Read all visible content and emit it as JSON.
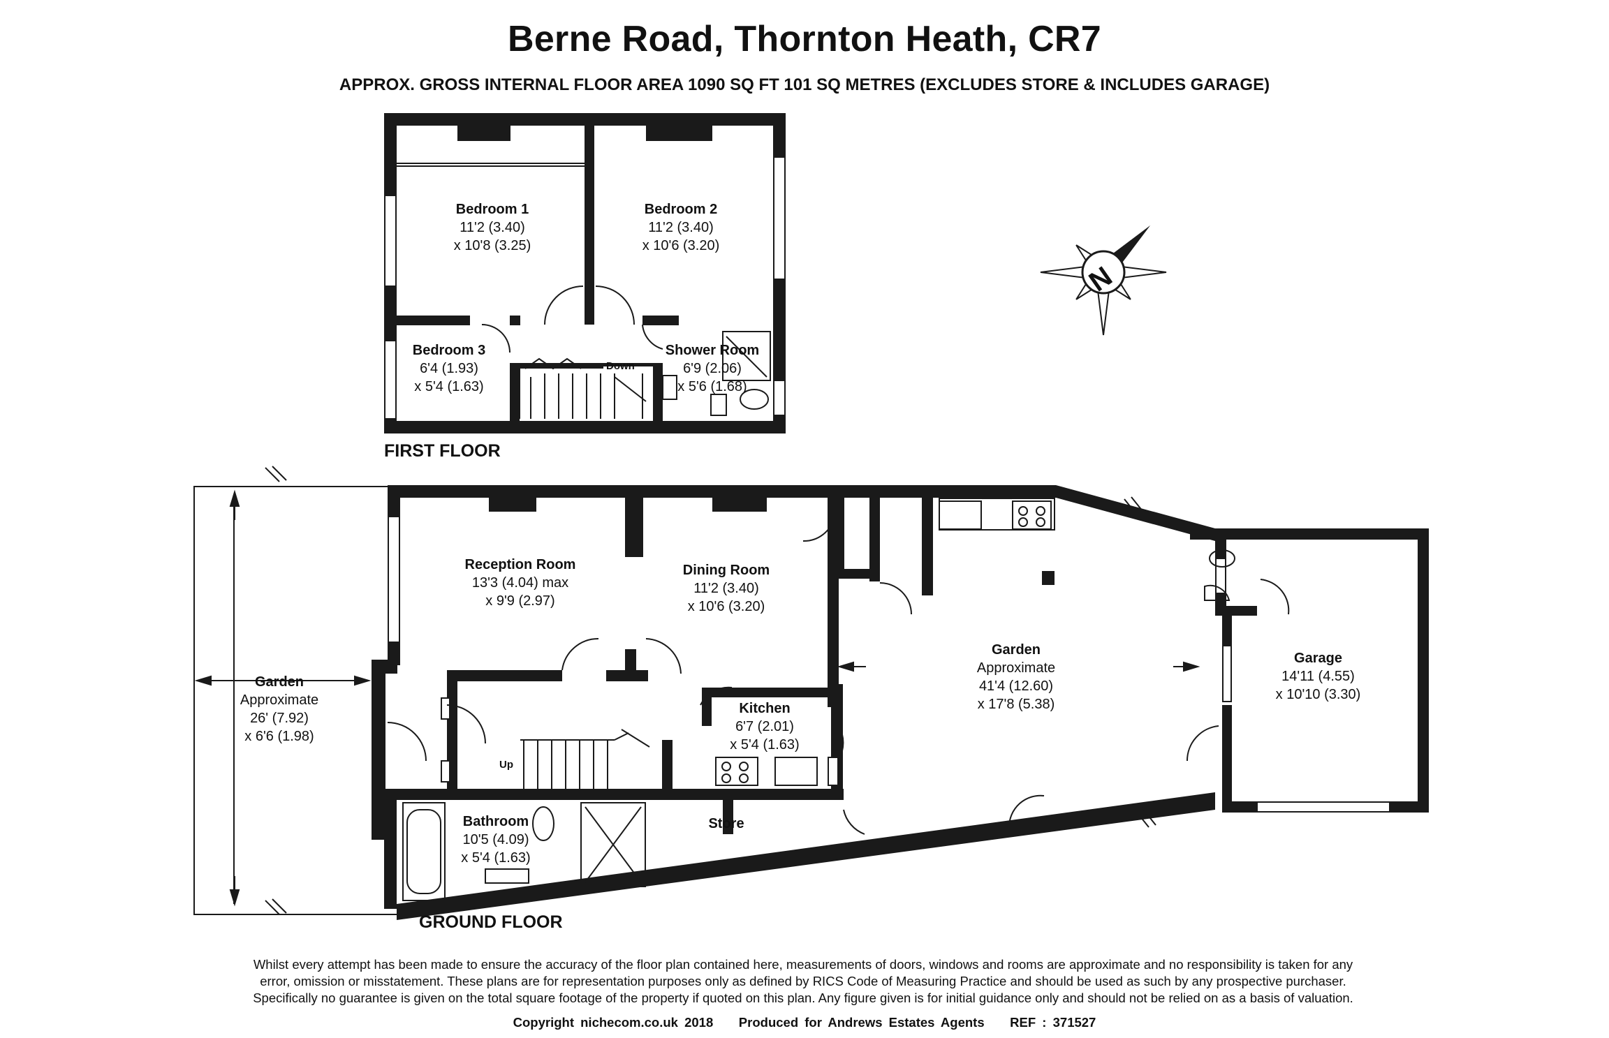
{
  "title": "Berne Road, Thornton Heath, CR7",
  "subtitle": "APPROX. GROSS INTERNAL FLOOR AREA 1090 SQ FT 101 SQ METRES (EXCLUDES STORE & INCLUDES GARAGE)",
  "first_floor": {
    "label": "FIRST FLOOR",
    "rooms": [
      {
        "name": "Bedroom 1",
        "dim1": "11'2 (3.40)",
        "dim2": "x 10'8 (3.25)"
      },
      {
        "name": "Bedroom 2",
        "dim1": "11'2 (3.40)",
        "dim2": "x 10'6 (3.20)"
      },
      {
        "name": "Bedroom 3",
        "dim1": "6'4 (1.93)",
        "dim2": "x 5'4 (1.63)"
      },
      {
        "name": "Shower Room",
        "dim1": "6'9 (2.06)",
        "dim2": "x 5'6 (1.68)"
      }
    ],
    "stairs_label": "Down"
  },
  "ground_floor": {
    "label": "GROUND FLOOR",
    "rooms": [
      {
        "name": "Reception Room",
        "dim1": "13'3 (4.04) max",
        "dim2": "x 9'9 (2.97)"
      },
      {
        "name": "Dining Room",
        "dim1": "11'2 (3.40)",
        "dim2": "x 10'6 (3.20)"
      },
      {
        "name": "Kitchen",
        "dim1": "6'7 (2.01)",
        "dim2": "x 5'4 (1.63)"
      },
      {
        "name": "Bathroom",
        "dim1": "10'5 (4.09)",
        "dim2": "x 5'4 (1.63)"
      },
      {
        "name": "Store"
      },
      {
        "name": "Garage",
        "dim1": "14'11 (4.55)",
        "dim2": "x 10'10 (3.30)"
      }
    ],
    "gardens": [
      {
        "name": "Garden",
        "approx": "Approximate",
        "dim1": "26' (7.92)",
        "dim2": "x 6'6 (1.98)"
      },
      {
        "name": "Garden",
        "approx": "Approximate",
        "dim1": "41'4 (12.60)",
        "dim2": "x 17'8 (5.38)"
      }
    ],
    "stairs_label": "Up"
  },
  "compass": {
    "letter": "N"
  },
  "disclaimer": [
    "Whilst every attempt has been made to ensure the accuracy of the floor plan contained here, measurements of doors, windows and rooms are approximate and no responsibility is taken for any",
    "error, omission or misstatement. These plans are for representation purposes only as defined by RICS Code of Measuring Practice and should be used as such by any prospective purchaser.",
    "Specifically no guarantee is given on the total square footage of the property if quoted on this plan. Any figure given is for initial guidance only and should not be relied on as a basis of valuation."
  ],
  "copyright": "Copyright nichecom.co.uk 2018    Produced for Andrews Estates Agents    REF : 371527"
}
